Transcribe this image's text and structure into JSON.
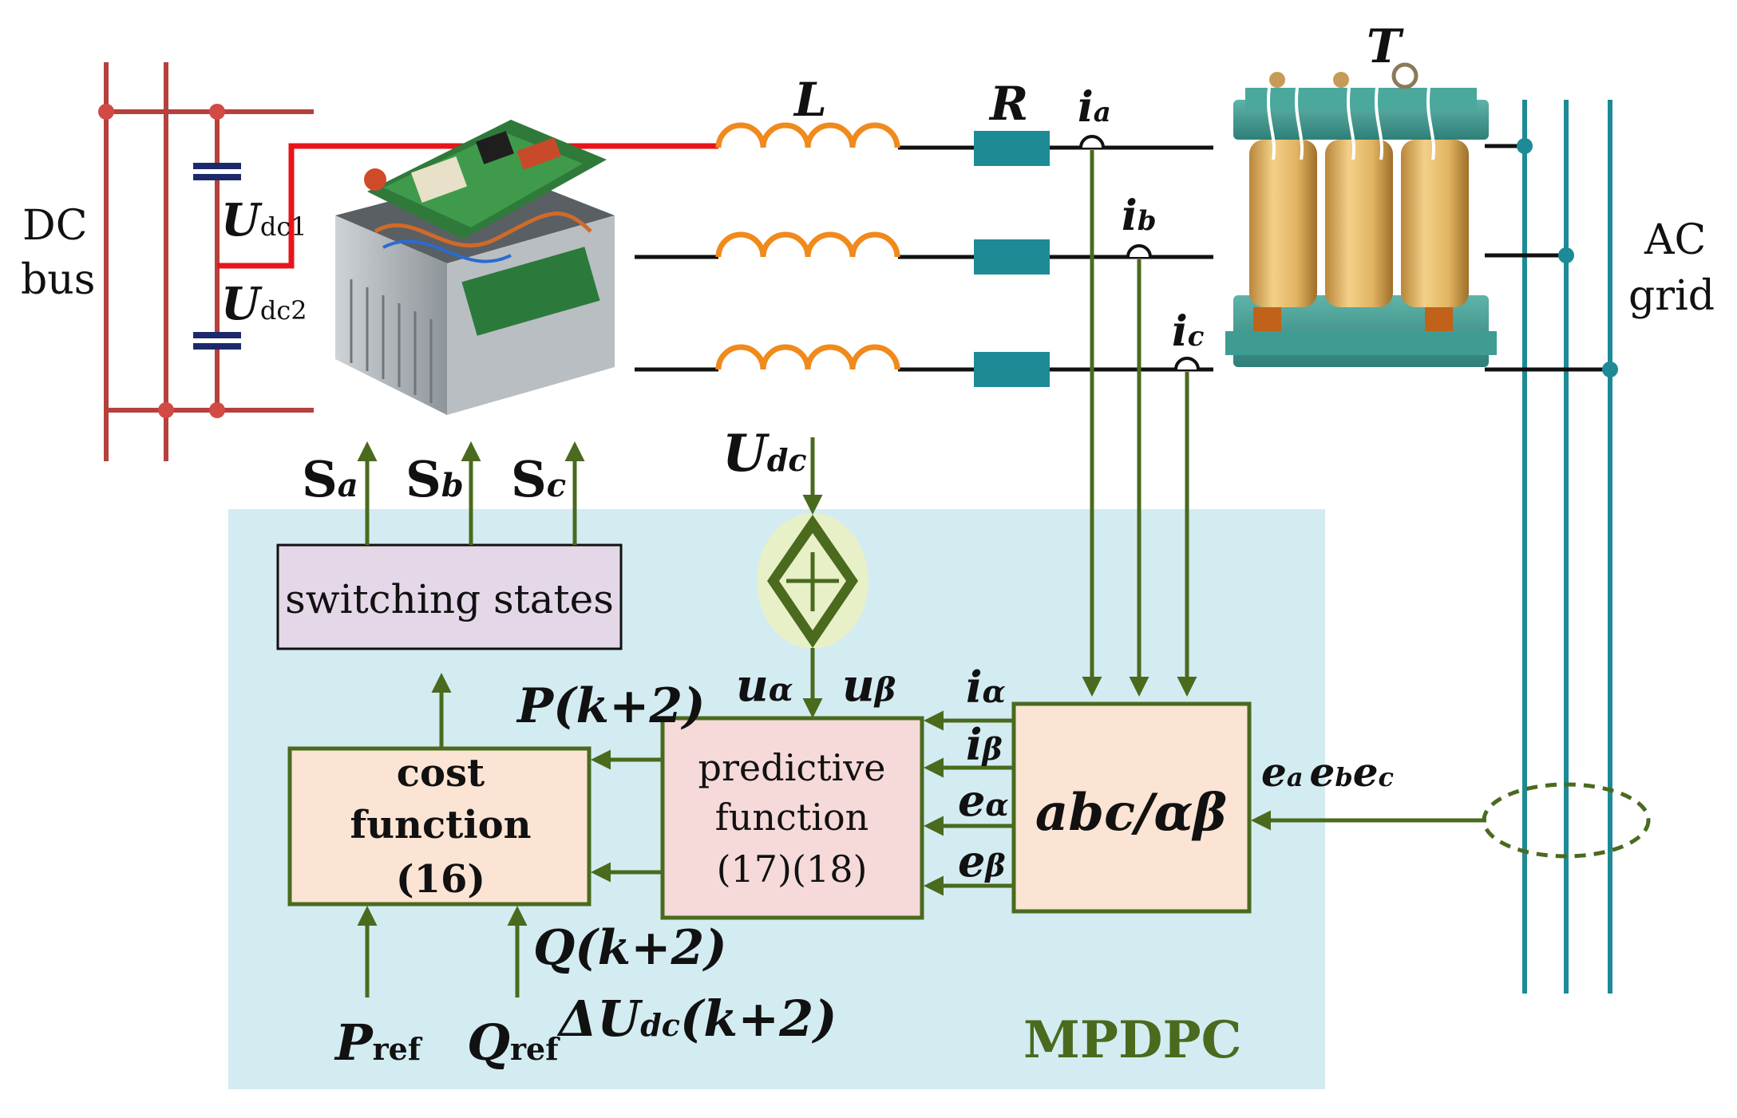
{
  "labels": {
    "dc_bus_1": "DC",
    "dc_bus_2": "bus",
    "udc1_main": "U",
    "udc1_sub": "dc1",
    "udc2_main": "U",
    "udc2_sub": "dc2",
    "L": "L",
    "R": "R",
    "T": "T",
    "ia_main": "i",
    "ia_sub": "a",
    "ib_main": "i",
    "ib_sub": "b",
    "ic_main": "i",
    "ic_sub": "c",
    "ac_grid_1": "AC",
    "ac_grid_2": "grid",
    "sa_main": "S",
    "sa_sub": "a",
    "sb_main": "S",
    "sb_sub": "b",
    "sc_main": "S",
    "sc_sub": "c",
    "udc_main": "U",
    "udc_sub": "dc",
    "u_alpha": "u",
    "u_alpha_sub": "α",
    "u_beta": "u",
    "u_beta_sub": "β",
    "i_alpha": "i",
    "i_alpha_sub": "α",
    "i_beta": "i",
    "i_beta_sub": "β",
    "e_alpha": "e",
    "e_alpha_sub": "α",
    "e_beta": "e",
    "e_beta_sub": "β",
    "ea": "e",
    "ea_sub": "a",
    "eb": "e",
    "eb_sub": "b",
    "ec": "e",
    "ec_sub": "c",
    "p_k2": "P(k+2)",
    "q_k2": "Q(k+2)",
    "delta_udc_pre": "ΔU",
    "delta_udc_sub": "dc",
    "delta_udc_post": "(k+2)",
    "pref_main": "P",
    "pref_sub": "ref",
    "qref_main": "Q",
    "qref_sub": "ref",
    "mpdpc": "MPDPC"
  },
  "blocks": {
    "switching_states": "switching states",
    "cost_function": [
      "cost",
      "function",
      "(16)"
    ],
    "predictive_function": [
      "predictive",
      "function",
      "(17)(18)"
    ],
    "abc_ab": "abc/αβ"
  },
  "colors": {
    "dc_bus": "#b5403c",
    "phase_red": "#e8141a",
    "inductor": "#f08a1c",
    "resistor": "#1d8a96",
    "grid_line": "#1d8a96",
    "control_green": "#4a6a1e",
    "panel_bg": "#d3ecf2",
    "cap_blue": "#1c2a6b",
    "switching_fill": "#e4d8e8",
    "cost_fill": "#fbe4d4",
    "predictive_fill": "#f6d9d9",
    "abc_fill": "#fbe4d4"
  }
}
